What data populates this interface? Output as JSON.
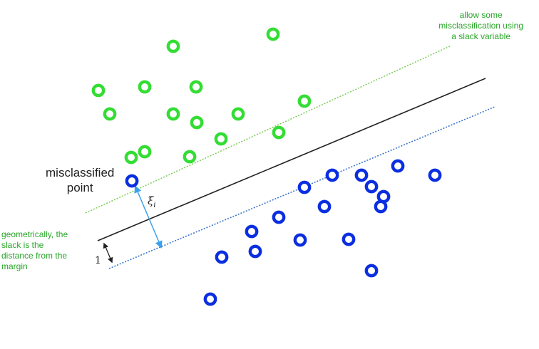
{
  "annotations": {
    "top_right_lines": [
      "allow some",
      "misclassification using",
      "a slack variable"
    ],
    "left_lines": [
      "geometrically, the",
      "slack is the",
      "distance from the",
      "margin"
    ],
    "misclassified_lines": [
      "misclassified",
      "point"
    ],
    "margin_width_label": "1",
    "slack_symbol": "ξ",
    "slack_subscript": "i"
  },
  "colors": {
    "green_class": "#33dd33",
    "blue_class": "#0a2ee0",
    "separator": "#222222",
    "green_margin": "#7acc55",
    "blue_margin": "#3a74c8",
    "slack_arrow": "#3aa0e8",
    "note_green": "#2aa52a"
  }
}
